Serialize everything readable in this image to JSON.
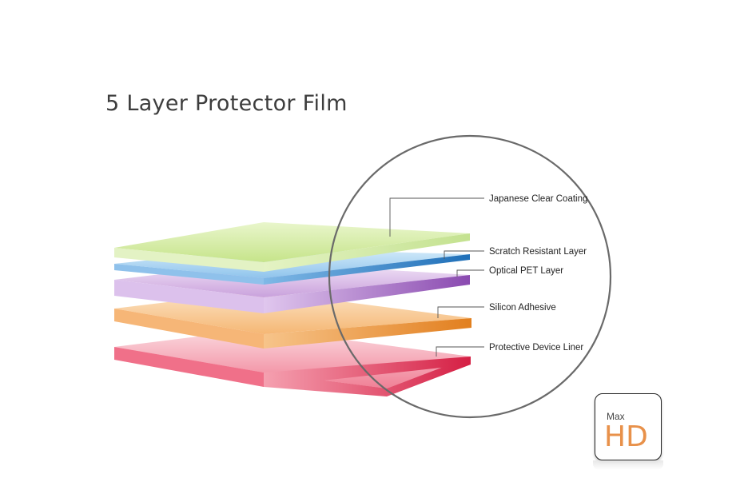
{
  "title": "5 Layer Protector Film",
  "layers": [
    {
      "label": "Japanese Clear Coating",
      "color": "#b5dc73"
    },
    {
      "label": "Scratch Resistant Layer",
      "color": "#3e8fd4"
    },
    {
      "label": "Optical PET Layer",
      "color": "#a873c9"
    },
    {
      "label": "Silicon Adhesive",
      "color": "#f0a250"
    },
    {
      "label": "Protective Device Liner",
      "color": "#ea4a66"
    }
  ],
  "badge": {
    "small_text": "Max",
    "big_text": "HD",
    "accent_color": "#e8914a"
  }
}
